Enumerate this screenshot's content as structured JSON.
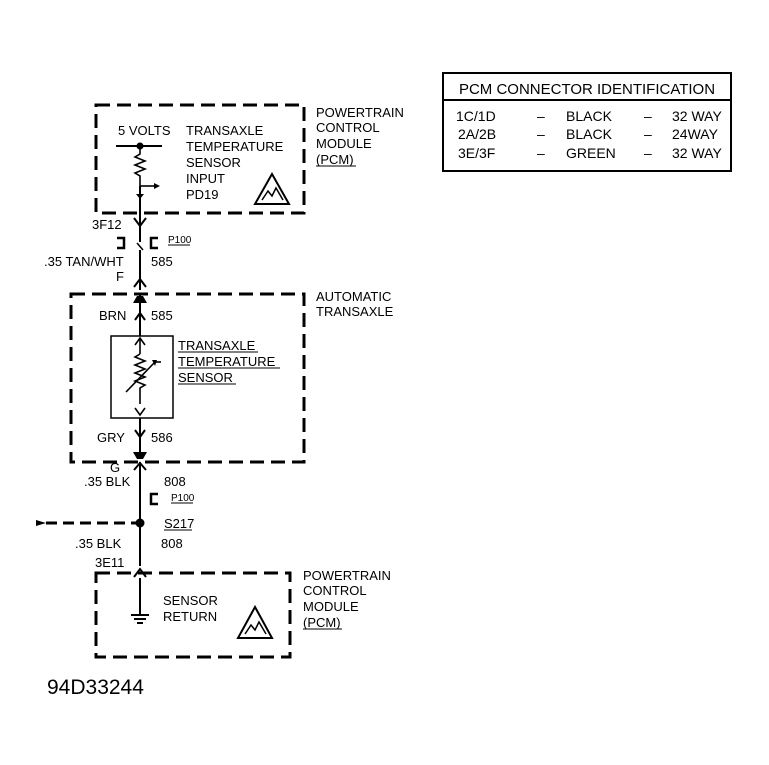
{
  "pcm_table": {
    "title": "PCM CONNECTOR IDENTIFICATION",
    "rows": [
      {
        "connector": "1C/1D",
        "sep1": "–",
        "color": "BLACK",
        "sep2": "–",
        "type": "32 WAY"
      },
      {
        "connector": "2A/2B",
        "sep1": "–",
        "color": "BLACK",
        "sep2": "–",
        "type": "24WAY"
      },
      {
        "connector": "3E/3F",
        "sep1": "–",
        "color": "GREEN",
        "sep2": "–",
        "type": "32 WAY"
      }
    ]
  },
  "pcm_top": {
    "name": [
      "POWERTRAIN",
      "CONTROL",
      "MODULE",
      "(PCM)"
    ],
    "voltage": "5 VOLTS",
    "input_label": [
      "TRANSAXLE",
      "TEMPERATURE",
      "SENSOR",
      "INPUT",
      "PD19"
    ]
  },
  "wire_top": {
    "pin": "3F12",
    "connector": "P100",
    "gauge_color": ".35 TAN/WHT",
    "circuit": "585",
    "connector_pin": "F"
  },
  "transaxle": {
    "name": [
      "AUTOMATIC",
      "TRANSAXLE"
    ],
    "wire1_color": "BRN",
    "wire1_circuit": "585",
    "sensor_label": [
      "TRANSAXLE",
      "TEMPERATURE",
      "SENSOR"
    ],
    "wire2_color": "GRY",
    "wire2_circuit": "586"
  },
  "wire_bottom": {
    "connector_pin": "G",
    "gauge_color": ".35 BLK",
    "circuit": "808",
    "connector": "P100",
    "splice": "S217",
    "gauge_color2": ".35 BLK",
    "circuit2": "808",
    "pin": "3E11"
  },
  "pcm_bottom": {
    "name": [
      "POWERTRAIN",
      "CONTROL",
      "MODULE",
      "(PCM)"
    ],
    "return_label": [
      "SENSOR",
      "RETURN"
    ]
  },
  "figure_id": "94D33244"
}
